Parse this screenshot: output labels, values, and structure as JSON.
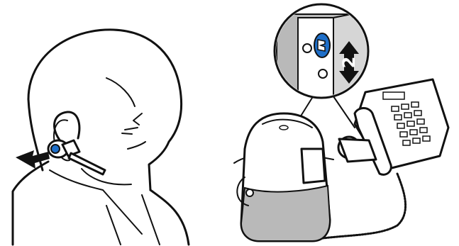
{
  "figure": {
    "panels": [
      "headset-fitting",
      "base-and-telephone-setup"
    ],
    "callout": {
      "step_number": "2"
    },
    "colors": {
      "line": "#111111",
      "background": "#ffffff",
      "accent_blue": "#1e6fc9",
      "shade_grey": "#b9b9b9"
    },
    "icons": [
      "pointing-arrow-icon",
      "up-down-arrow-icon",
      "magnifier-callout"
    ]
  }
}
